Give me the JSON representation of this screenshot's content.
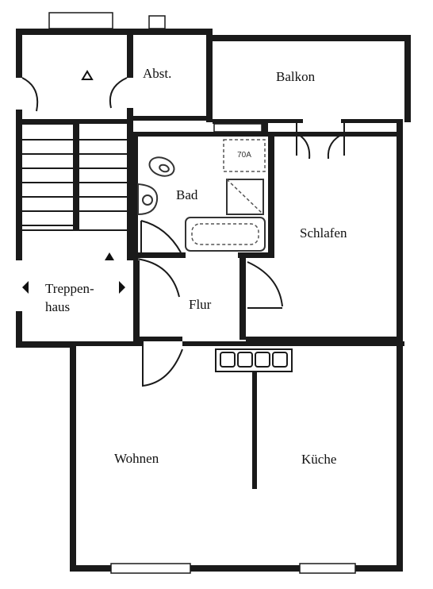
{
  "plan": {
    "rooms": {
      "abstellraum": "Abst.",
      "balkon": "Balkon",
      "bad": "Bad",
      "schlafen": "Schlafen",
      "treppenhaus_line1": "Treppen-",
      "treppenhaus_line2": "haus",
      "flur": "Flur",
      "wohnen": "Wohnen",
      "kueche": "Küche"
    },
    "fixture_labels": {
      "washer": "70A"
    },
    "colors": {
      "wall": "#1a1a1a",
      "background": "#ffffff"
    }
  }
}
